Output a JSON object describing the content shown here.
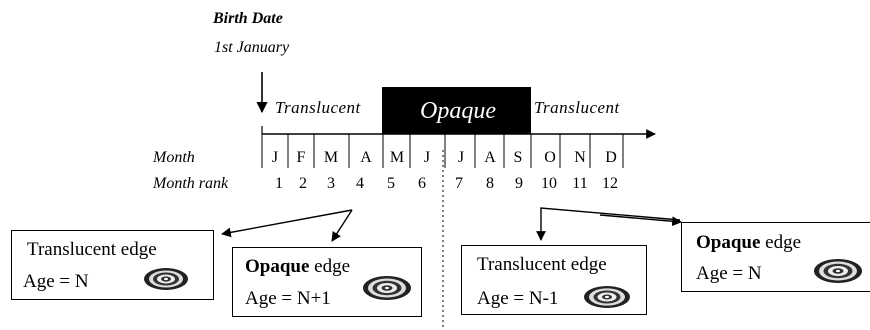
{
  "header": {
    "birth_date_label": "Birth Date",
    "birth_date_value": "1st January"
  },
  "timeline": {
    "translucent_left": "Translucent",
    "opaque": "Opaque",
    "translucent_right": "Translucent",
    "month_row_label": "Month",
    "rank_row_label": "Month rank",
    "months": [
      "J",
      "F",
      "M",
      "A",
      "M",
      "J",
      "J",
      "A",
      "S",
      "O",
      "N",
      "D"
    ],
    "ranks": [
      "1",
      "2",
      "3",
      "4",
      "5",
      "6",
      "7",
      "8",
      "9",
      "10",
      "11",
      "12"
    ]
  },
  "boxes": [
    {
      "edge_prefix": "Translucent",
      "edge_suffix": " edge",
      "edge_bold": false,
      "age": "Age = N"
    },
    {
      "edge_prefix": "Opaque",
      "edge_suffix": " edge",
      "edge_bold": true,
      "age": "Age = N+1"
    },
    {
      "edge_prefix": "Translucent",
      "edge_suffix": " edge",
      "edge_bold": false,
      "age": "Age = N-1"
    },
    {
      "edge_prefix": "Opaque",
      "edge_suffix": " edge",
      "edge_bold": true,
      "age": "Age = N"
    }
  ],
  "icons": [
    "otolith-ring-icon"
  ]
}
